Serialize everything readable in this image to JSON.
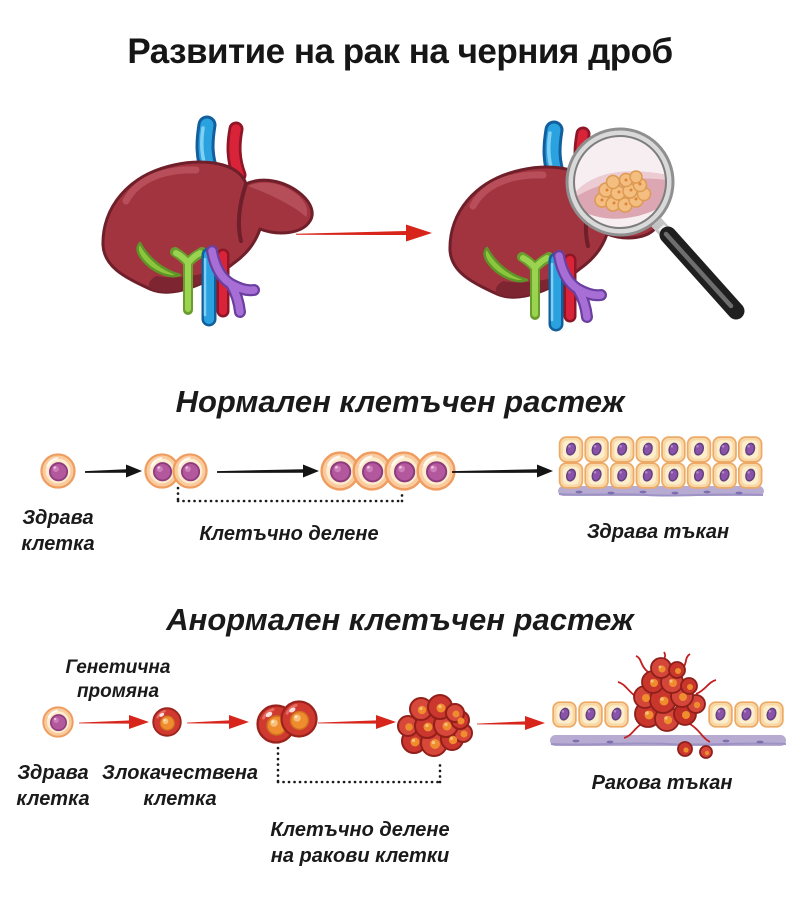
{
  "title": "Развитие на рак на черния дроб",
  "normal": {
    "heading": "Нормален клетъчен растеж",
    "healthy_cell": [
      "Здрава",
      "клетка"
    ],
    "cell_division": "Клетъчно делене",
    "healthy_tissue": "Здрава тъкан"
  },
  "abnormal": {
    "heading": "Анормален клетъчен растеж",
    "genetic_change": [
      "Генетична",
      "промяна"
    ],
    "healthy_cell": [
      "Здрава",
      "клетка"
    ],
    "malignant_cell": [
      "Злокачествена",
      "клетка"
    ],
    "cancer_division": [
      "Клетъчно делене",
      "на ракови клетки"
    ],
    "cancer_tissue": "Ракова тъкан"
  },
  "colors": {
    "red_arrow": "#d8251b",
    "black_arrow": "#141414",
    "healthy_cell_body": "#f9cb9e",
    "healthy_cell_nucleus": "#b4589d",
    "cancer_cell_body": "#d0392f",
    "cancer_cell_nucleus": "#ee8c2e",
    "tissue_cell": "#f8d8a6",
    "tissue_nucleus": "#8a52a8",
    "membrane": "#b7abd1",
    "liver_body": "#a23440"
  }
}
